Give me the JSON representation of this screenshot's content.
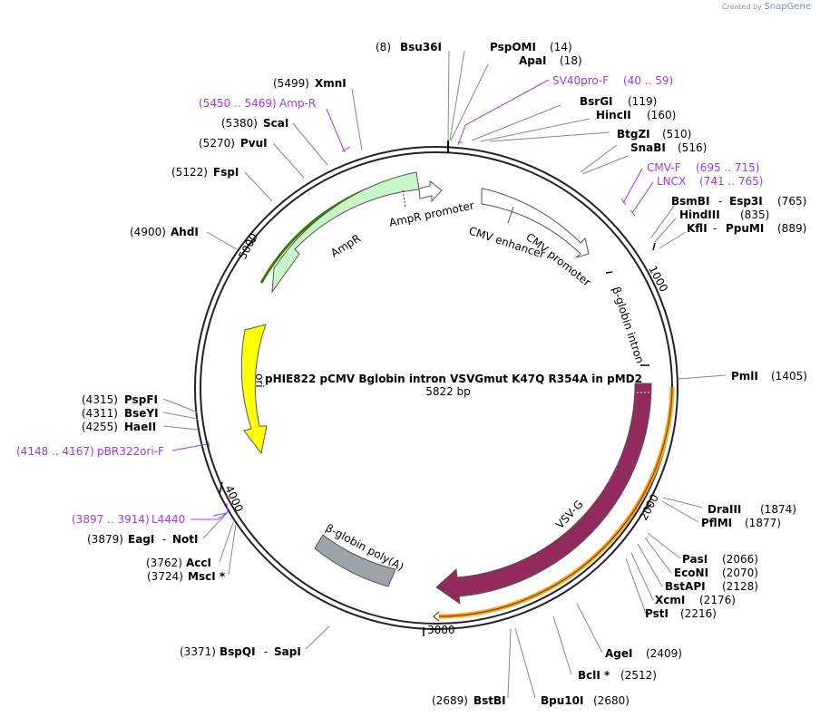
{
  "credit": {
    "prefix": "Created by",
    "brand": "SnapGene"
  },
  "plasmid": {
    "name": "pHIE822 pCMV Bglobin intron VSVGmut K47Q R354A in pMD2",
    "size": "5822 bp"
  },
  "ruler": [
    "1000",
    "2000",
    "3000",
    "4000",
    "5000"
  ],
  "features": [
    {
      "id": "ampr-promoter",
      "label": "AmpR promoter",
      "color": "#ffffff"
    },
    {
      "id": "ampr",
      "label": "AmpR",
      "color": "#c8f5c8"
    },
    {
      "id": "cmv-enhancer",
      "label": "CMV enhancer",
      "color": "#ffffff"
    },
    {
      "id": "cmv-promoter",
      "label": "CMV promoter",
      "color": "#ffffff"
    },
    {
      "id": "bglobin-intron",
      "label": "β-globin intron",
      "color": "#000000"
    },
    {
      "id": "ori",
      "label": "ori",
      "color": "#ffff00"
    },
    {
      "id": "vsvg",
      "label": "VSV-G",
      "color": "#922a5e"
    },
    {
      "id": "bglobin-polya",
      "label": "β-globin poly(A)",
      "color": "#9da3aa"
    },
    {
      "id": "orange-orf",
      "label": "",
      "color": "#f5a623"
    }
  ],
  "sites": [
    {
      "id": "bsu36i",
      "pos": "(8)",
      "name": "Bsu36I"
    },
    {
      "id": "pspomi",
      "pos": "(14)",
      "name": "PspOMI"
    },
    {
      "id": "apai",
      "pos": "(18)",
      "name": "ApaI"
    },
    {
      "id": "sv40pro-f",
      "pos": "(40 .. 59)",
      "name": "SV40pro-F",
      "primer": true
    },
    {
      "id": "bsrgi",
      "pos": "(119)",
      "name": "BsrGI"
    },
    {
      "id": "hincii",
      "pos": "(160)",
      "name": "HincII"
    },
    {
      "id": "btgzi",
      "pos": "(510)",
      "name": "BtgZI"
    },
    {
      "id": "snabi",
      "pos": "(516)",
      "name": "SnaBI"
    },
    {
      "id": "cmv-f",
      "pos": "(695 .. 715)",
      "name": "CMV-F",
      "primer": true
    },
    {
      "id": "lncx",
      "pos": "(741 .. 765)",
      "name": "LNCX",
      "primer": true
    },
    {
      "id": "bsmbi",
      "pos": "(765)",
      "name": "BsmBI",
      "name2": "Esp3I"
    },
    {
      "id": "hindiii",
      "pos": "(835)",
      "name": "HindIII"
    },
    {
      "id": "kfli",
      "pos": "(889)",
      "name": "KflI",
      "name2": "PpuMI"
    },
    {
      "id": "pmli",
      "pos": "(1405)",
      "name": "PmlI"
    },
    {
      "id": "draiii",
      "pos": "(1874)",
      "name": "DraIII"
    },
    {
      "id": "pflmi",
      "pos": "(1877)",
      "name": "PflMI"
    },
    {
      "id": "pasi",
      "pos": "(2066)",
      "name": "PasI"
    },
    {
      "id": "econi",
      "pos": "(2070)",
      "name": "EcoNI"
    },
    {
      "id": "bstapi",
      "pos": "(2128)",
      "name": "BstAPI"
    },
    {
      "id": "xcmi",
      "pos": "(2176)",
      "name": "XcmI"
    },
    {
      "id": "psti",
      "pos": "(2216)",
      "name": "PstI"
    },
    {
      "id": "agei",
      "pos": "(2409)",
      "name": "AgeI"
    },
    {
      "id": "bcli",
      "pos": "(2512)",
      "name": "BclI *"
    },
    {
      "id": "bpu10i",
      "pos": "(2680)",
      "name": "Bpu10I"
    },
    {
      "id": "bstbi",
      "pos": "(2689)",
      "name": "BstBI"
    },
    {
      "id": "bspqi",
      "pos": "(3371)",
      "name": "BspQI",
      "name2": "SapI"
    },
    {
      "id": "msci",
      "pos": "(3724)",
      "name": "MscI *"
    },
    {
      "id": "acci",
      "pos": "(3762)",
      "name": "AccI"
    },
    {
      "id": "eagi",
      "pos": "(3879)",
      "name": "EagI",
      "name2": "NotI"
    },
    {
      "id": "l4440",
      "pos": "(3897 .. 3914)",
      "name": "L4440",
      "primer": true
    },
    {
      "id": "pbr322ori-f",
      "pos": "(4148 .. 4167)",
      "name": "pBR322ori-F",
      "primer": true
    },
    {
      "id": "haeii",
      "pos": "(4255)",
      "name": "HaeII"
    },
    {
      "id": "bseyi",
      "pos": "(4311)",
      "name": "BseYI"
    },
    {
      "id": "pspfi",
      "pos": "(4315)",
      "name": "PspFI"
    },
    {
      "id": "ahdi",
      "pos": "(4900)",
      "name": "AhdI"
    },
    {
      "id": "fspi",
      "pos": "(5122)",
      "name": "FspI"
    },
    {
      "id": "pvui",
      "pos": "(5270)",
      "name": "PvuI"
    },
    {
      "id": "scai",
      "pos": "(5380)",
      "name": "ScaI"
    },
    {
      "id": "amp-r",
      "pos": "(5450 .. 5469)",
      "name": "Amp-R",
      "primer": true
    },
    {
      "id": "xmni",
      "pos": "(5499)",
      "name": "XmnI"
    }
  ]
}
